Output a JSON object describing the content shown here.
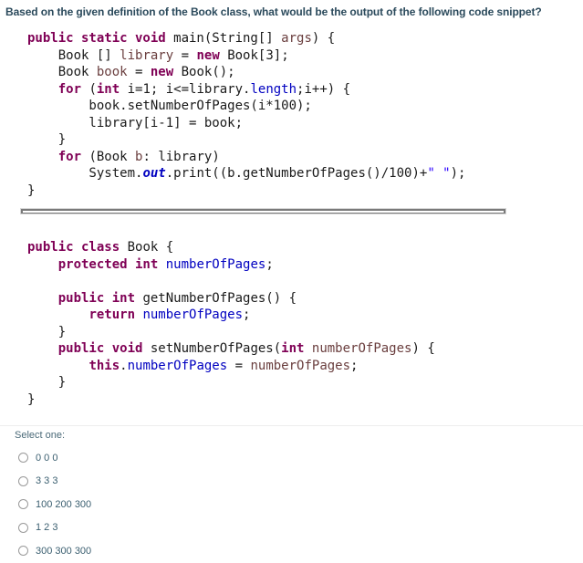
{
  "question": {
    "text": "Based on the given definition of the Book class, what would be the output of the following code snippet?"
  },
  "code_main": {
    "lines": [
      "public static void main(String[] args) {",
      "    Book [] library = new Book[3];",
      "    Book book = new Book();",
      "    for (int i=1; i<=library.length;i++) {",
      "        book.setNumberOfPages(i*100);",
      "        library[i-1] = book;",
      "    }",
      "    for (Book b: library)",
      "        System.out.print((b.getNumberOfPages()/100)+\" \");",
      "}"
    ]
  },
  "code_class": {
    "lines": [
      "public class Book {",
      "    protected int numberOfPages;",
      "",
      "    public int getNumberOfPages() {",
      "        return numberOfPages;",
      "    }",
      "    public void setNumberOfPages(int numberOfPages) {",
      "        this.numberOfPages = numberOfPages;",
      "    }",
      "}"
    ]
  },
  "answers": {
    "prompt": "Select one:",
    "options": [
      {
        "label": "0 0 0",
        "selected": false
      },
      {
        "label": "3 3 3",
        "selected": false
      },
      {
        "label": "100 200 300",
        "selected": false
      },
      {
        "label": "1 2 3",
        "selected": false
      },
      {
        "label": "300 300  300",
        "selected": false
      }
    ]
  }
}
